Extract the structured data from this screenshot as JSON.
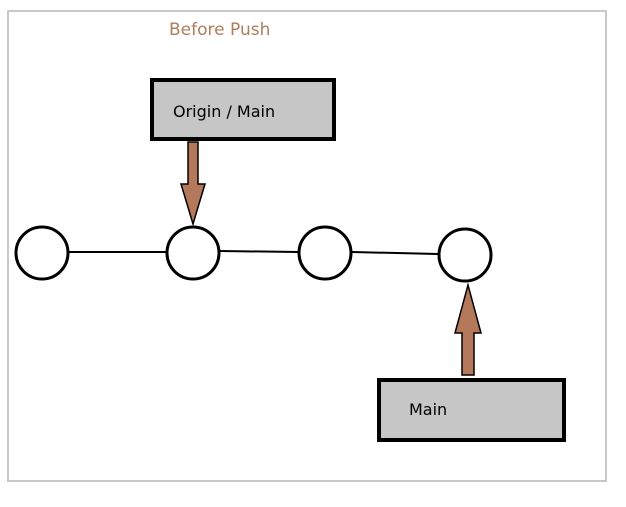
{
  "title": "Before Push",
  "origin_main_label": "Origin / Main",
  "main_label": "Main",
  "colors": {
    "title": "#b07d5b",
    "arrow": "#b4785a",
    "box_fill": "#c6c6c6",
    "frame": "#c8c8c8"
  },
  "commits": [
    "commit-1",
    "commit-2",
    "commit-3",
    "commit-4"
  ]
}
